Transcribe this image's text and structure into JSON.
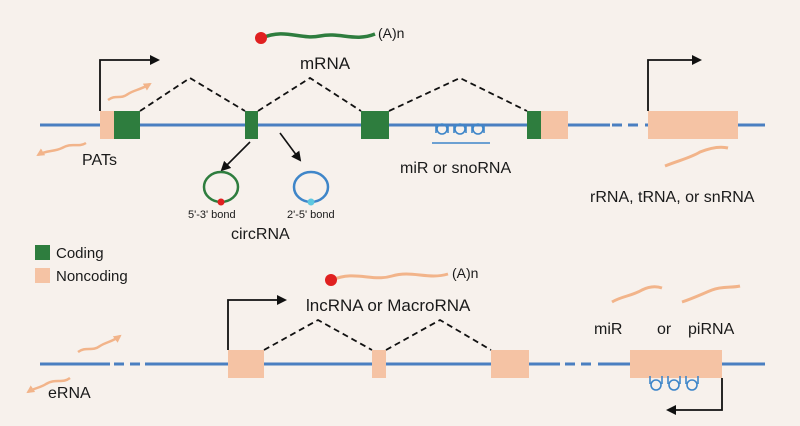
{
  "labels": {
    "mrna": "mRNA",
    "polyA_top": "(A)n",
    "pats": "PATs",
    "bond_left": "5'-3' bond",
    "bond_right": "2'-5' bond",
    "circrna": "circRNA",
    "mir_sno": "miR or snoRNA",
    "rrna": "rRNA, tRNA, or snRNA",
    "legend_coding": "Coding",
    "legend_noncoding": "Noncoding",
    "lncrna": "lncRNA or MacroRNA",
    "polyA_bottom": "(A)n",
    "mir": "miR",
    "or": "or",
    "pirna": "piRNA",
    "erna": "eRNA"
  },
  "colors": {
    "background": "#f7f1ec",
    "dna_line": "#4a7fc1",
    "coding": "#2e7d3e",
    "noncoding": "#f5c3a4",
    "rna_green": "#2e7d3e",
    "rna_peach": "#f2b48a",
    "cap": "#e02020",
    "circ_blue": "#3f86c9",
    "dot_cyan": "#5ec8e0"
  }
}
